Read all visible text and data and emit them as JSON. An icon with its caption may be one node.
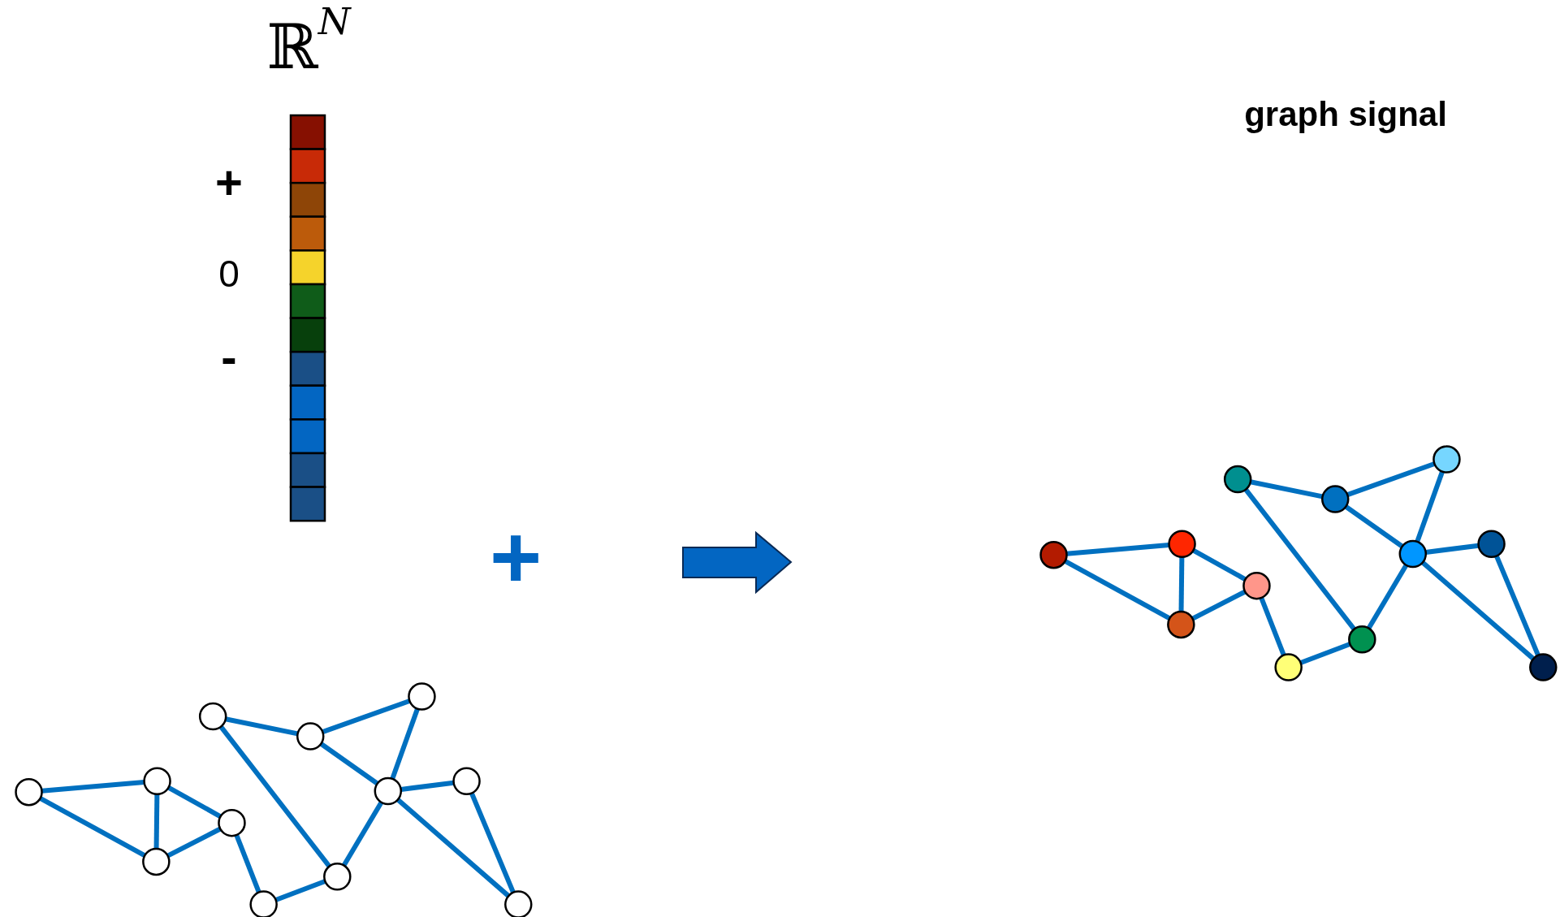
{
  "diagram": {
    "nodes": [
      {
        "text": [],
        "shape": "circle"
      },
      {
        "text": [],
        "shape": "circle"
      },
      {
        "text": [],
        "shape": "circle"
      },
      {
        "text": [],
        "shape": "circle"
      },
      {
        "text": [],
        "shape": "circle"
      },
      {
        "text": [],
        "shape": "circle"
      },
      {
        "text": [],
        "shape": "circle"
      },
      {
        "text": [],
        "shape": "circle"
      },
      {
        "text": [],
        "shape": "circle"
      },
      {
        "text": [],
        "shape": "circle"
      },
      {
        "text": [],
        "shape": "circle"
      },
      {
        "text": [],
        "shape": "circle"
      },
      {
        "text": [],
        "shape": "circle"
      },
      {
        "text": [],
        "shape": "circle"
      },
      {
        "text": [],
        "shape": "circle"
      },
      {
        "text": [],
        "shape": "circle"
      },
      {
        "text": [],
        "shape": "circle"
      },
      {
        "text": [],
        "shape": "circle"
      },
      {
        "text": [],
        "shape": "circle"
      },
      {
        "text": [],
        "shape": "circle"
      },
      {
        "text": [],
        "shape": "circle"
      },
      {
        "text": [],
        "shape": "circle"
      },
      {
        "text": [],
        "shape": "circle"
      },
      {
        "text": [],
        "shape": "circle"
      }
    ],
    "edges": [
      {
        "from": 0,
        "to": 1,
        "arrow": "none"
      },
      {
        "from": 0,
        "to": 2,
        "arrow": "none"
      },
      {
        "from": 1,
        "to": 2,
        "arrow": "none"
      },
      {
        "from": 1,
        "to": 3,
        "arrow": "none"
      },
      {
        "from": 2,
        "to": 3,
        "arrow": "none"
      },
      {
        "from": 3,
        "to": 4,
        "arrow": "none"
      },
      {
        "from": 4,
        "to": 5,
        "arrow": "none"
      },
      {
        "from": 6,
        "to": 5,
        "arrow": "none"
      },
      {
        "from": 6,
        "to": 7,
        "arrow": "none"
      },
      {
        "from": 7,
        "to": 8,
        "arrow": "none"
      },
      {
        "from": 7,
        "to": 9,
        "arrow": "none"
      },
      {
        "from": 8,
        "to": 9,
        "arrow": "none"
      },
      {
        "from": 9,
        "to": 5,
        "arrow": "none"
      },
      {
        "from": 9,
        "to": 10,
        "arrow": "none"
      },
      {
        "from": 9,
        "to": 11,
        "arrow": "none"
      },
      {
        "from": 10,
        "to": 11,
        "arrow": "none"
      },
      {
        "from": 12,
        "to": 13,
        "arrow": "none"
      },
      {
        "from": 12,
        "to": 14,
        "arrow": "none"
      },
      {
        "from": 13,
        "to": 14,
        "arrow": "none"
      },
      {
        "from": 13,
        "to": 15,
        "arrow": "none"
      },
      {
        "from": 14,
        "to": 15,
        "arrow": "none"
      },
      {
        "from": 15,
        "to": 16,
        "arrow": "none"
      },
      {
        "from": 16,
        "to": 17,
        "arrow": "none"
      },
      {
        "from": 18,
        "to": 17,
        "arrow": "none"
      },
      {
        "from": 18,
        "to": 19,
        "arrow": "none"
      },
      {
        "from": 19,
        "to": 20,
        "arrow": "none"
      },
      {
        "from": 19,
        "to": 21,
        "arrow": "none"
      },
      {
        "from": 20,
        "to": 21,
        "arrow": "none"
      },
      {
        "from": 21,
        "to": 17,
        "arrow": "none"
      },
      {
        "from": 21,
        "to": 22,
        "arrow": "none"
      },
      {
        "from": 21,
        "to": 23,
        "arrow": "none"
      },
      {
        "from": 22,
        "to": 23,
        "arrow": "none"
      }
    ],
    "labels": [
      "ℝ$^{N}$",
      "+",
      "0",
      "-",
      "+",
      "graph signal"
    ]
  }
}
